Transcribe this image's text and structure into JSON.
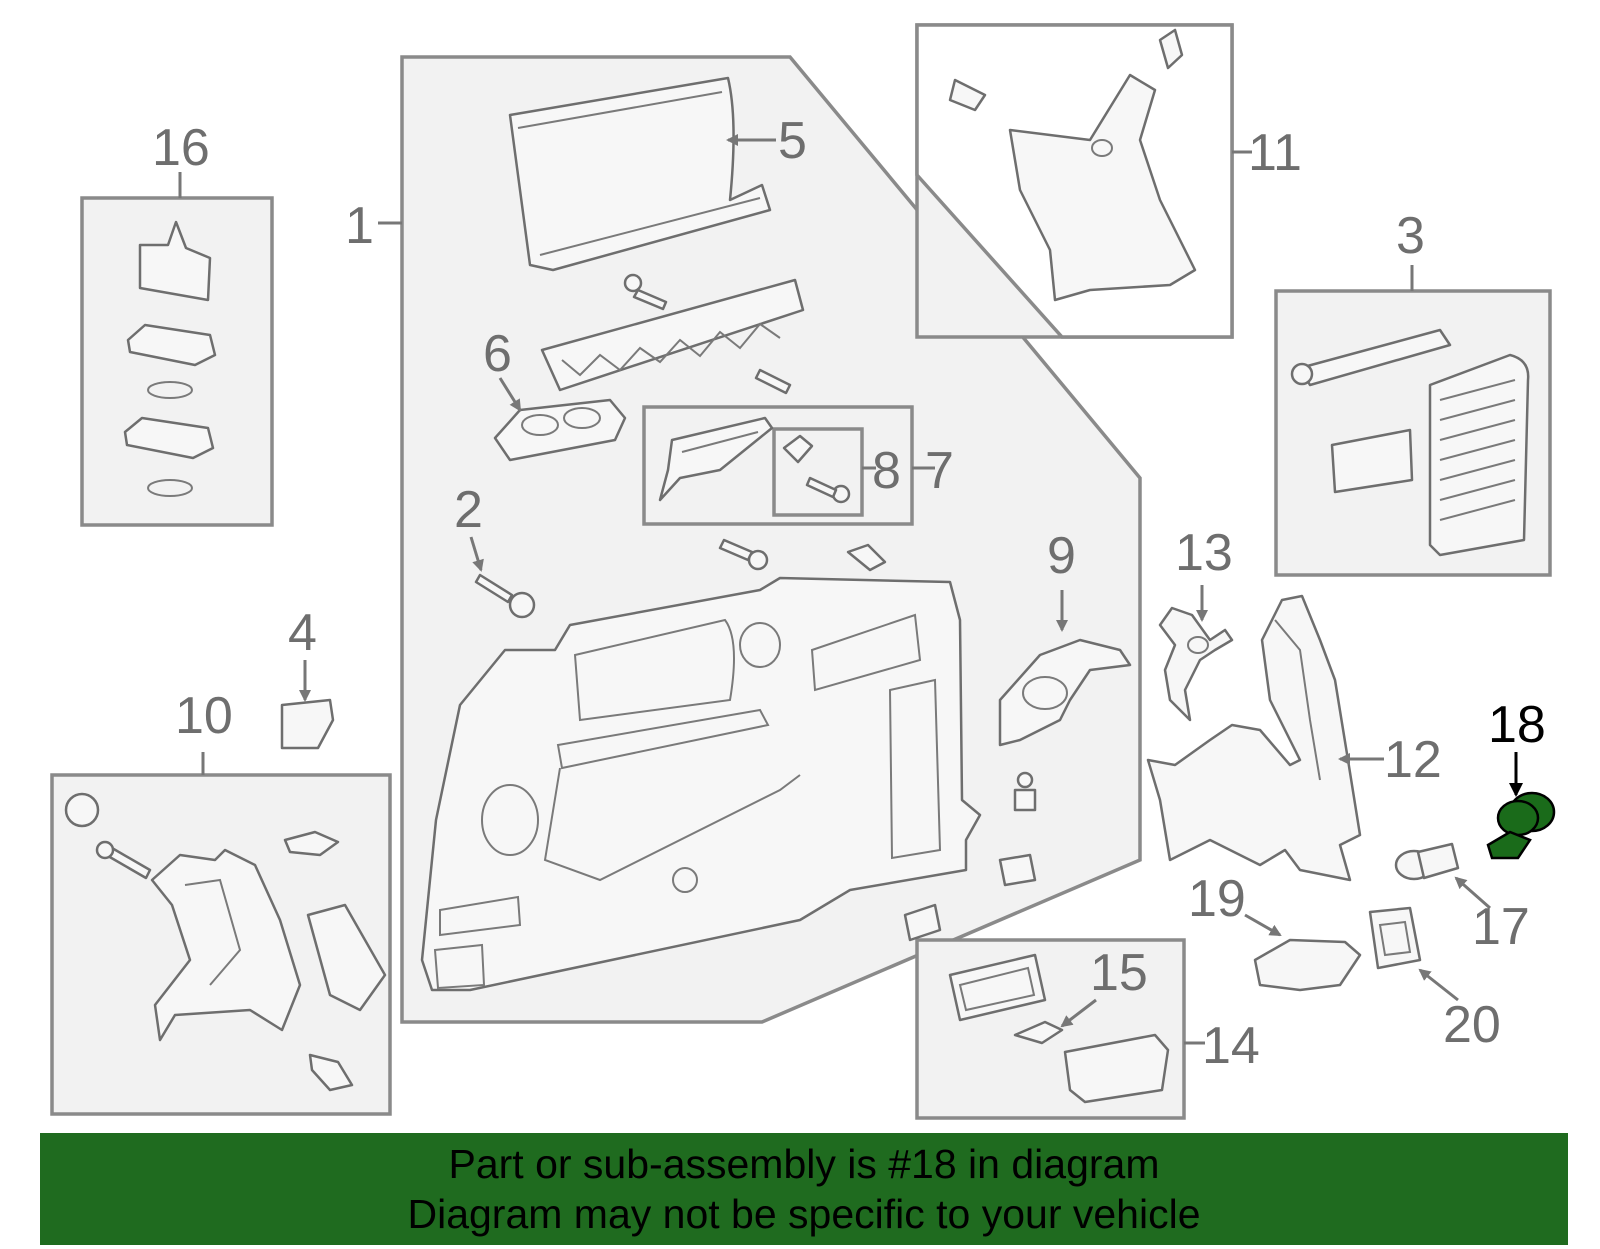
{
  "diagram": {
    "callouts": [
      "1",
      "2",
      "3",
      "4",
      "5",
      "6",
      "7",
      "8",
      "9",
      "10",
      "11",
      "12",
      "13",
      "14",
      "15",
      "16",
      "17",
      "18",
      "19",
      "20"
    ],
    "highlighted_callout": "18",
    "highlight_color": "#1f6b1f"
  },
  "banner": {
    "line1": "Part or sub-assembly is #18 in diagram",
    "line2": "Diagram may not be specific to your vehicle"
  }
}
